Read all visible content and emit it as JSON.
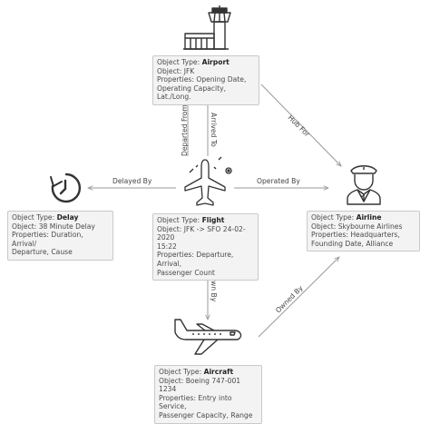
{
  "nodes": {
    "airport": {
      "type_prefix": "Object Type: ",
      "type_name": "Airport",
      "object": "Object: JFK",
      "properties": "Properties: Opening Date,\nOperating Capacity, Lat./Long.",
      "icon": "control-tower-icon"
    },
    "delay": {
      "type_prefix": "Object Type: ",
      "type_name": "Delay",
      "object": "Object: 38 Minute Delay",
      "properties": "Properties: Duration, Arrival/\nDeparture, Cause",
      "icon": "clock-arrow-icon"
    },
    "flight": {
      "type_prefix": "Object Type: ",
      "type_name": "Flight",
      "object": "Object: JFK -> SFO 24-02-2020\n15:22",
      "properties": "Properties: Departure, Arrival,\nPassenger Count",
      "icon": "airplane-top-icon"
    },
    "airline": {
      "type_prefix": "Object Type: ",
      "type_name": "Airline",
      "object": "Object: Skybourne Airlines",
      "properties": "Properties: Headquarters,\nFounding Date, Alliance",
      "icon": "pilot-icon"
    },
    "aircraft": {
      "type_prefix": "Object Type: ",
      "type_name": "Aircraft",
      "object": "Object: Boeing 747-001 1234",
      "properties": "Properties: Entry into Service,\nPassenger Capacity, Range",
      "icon": "airplane-side-icon"
    }
  },
  "edges": {
    "departed_from": "Departed From",
    "arrived_to": "Arrived To",
    "hub_for": "Hub For",
    "delayed_by": "Delayed By",
    "operated_by": "Operated By",
    "flown_by": "Flown By",
    "owned_by": "Owned By"
  },
  "colors": {
    "line": "#9a9a9a",
    "icon": "#333333",
    "box_bg": "#f3f3f3",
    "box_border": "#c9c9c9"
  }
}
